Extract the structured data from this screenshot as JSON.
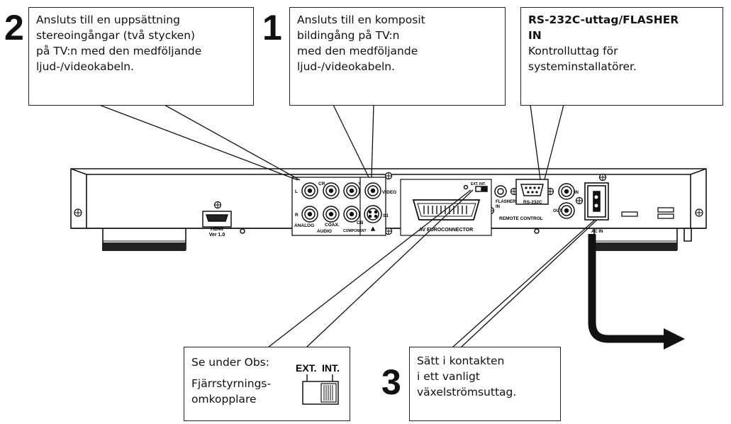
{
  "callouts": {
    "c2": {
      "number": "2",
      "lines": [
        "Ansluts till en uppsättning",
        "stereoingångar (två stycken)",
        "på TV:n med den medföljande",
        "ljud-/videokabeln."
      ]
    },
    "c1": {
      "number": "1",
      "lines": [
        "Ansluts till en komposit",
        "bildingång på TV:n",
        "med den medföljande",
        "ljud-/videokabeln."
      ]
    },
    "rs": {
      "title_lines": [
        "RS-232C-uttag/FLASHER",
        "IN"
      ],
      "lines": [
        "Kontrolluttag för",
        "systeminstallatörer."
      ]
    },
    "obs": {
      "lines": [
        "Se under Obs:",
        "Fjärrstyrnings-",
        "omkopplare"
      ],
      "switch_ext": "EXT.",
      "switch_int": "INT."
    },
    "c3": {
      "number": "3",
      "lines": [
        "Sätt i kontakten",
        "i ett vanligt",
        "växelströmsuttag."
      ]
    }
  },
  "panel_labels": {
    "hdmi": [
      "HDMI",
      "Ver 1.0"
    ],
    "analog_l": "L",
    "analog_r": "R",
    "analog": "ANALOG",
    "audio": "AUDIO",
    "coax": "COAX.",
    "cr": "CR",
    "cb": "CB",
    "y": "Y",
    "component": "COMPONENT",
    "video": "VIDEO",
    "s1": "S1",
    "ext_int": "EXT. INT.",
    "av_connector": "AV EUROCONNECTOR",
    "flasher_in": [
      "FLASHER",
      "IN"
    ],
    "rs232c": "RS-232C",
    "in": "IN",
    "out": "OUT",
    "remote_control": "REMOTE CONTROL",
    "ac_in": "AC IN"
  }
}
